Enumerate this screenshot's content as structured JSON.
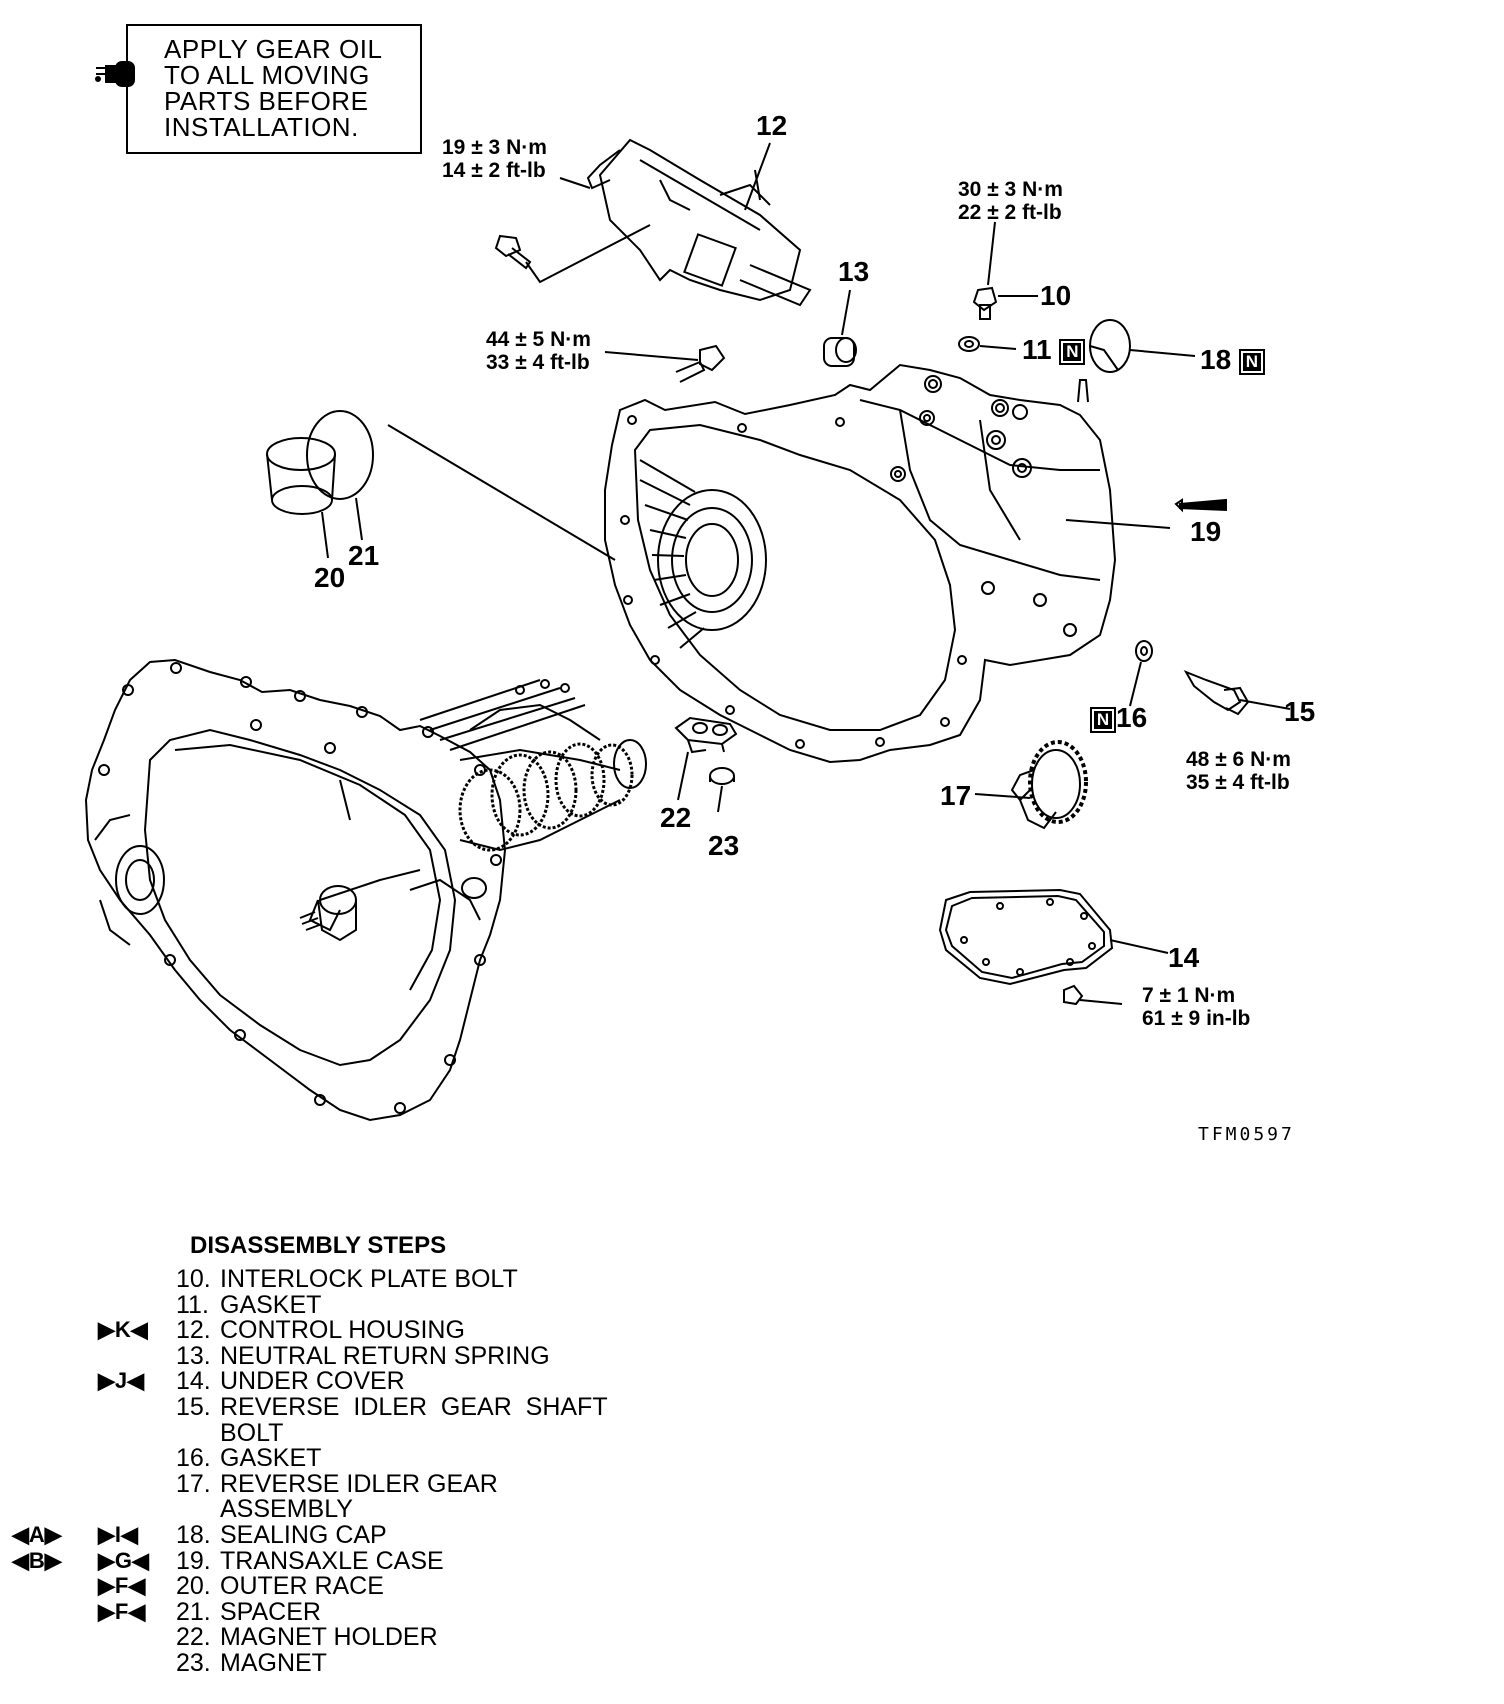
{
  "note": {
    "lines": [
      "APPLY GEAR OIL",
      "TO ALL MOVING",
      "PARTS BEFORE",
      "INSTALLATION."
    ],
    "icon": "oil-can-icon"
  },
  "callouts": {
    "c10": "10",
    "c11": "11",
    "c12": "12",
    "c13": "13",
    "c14": "14",
    "c15": "15",
    "c16": "16",
    "c17": "17",
    "c18": "18",
    "c19": "19",
    "c20": "20",
    "c21": "21",
    "c22": "22",
    "c23": "23",
    "n_badge": "N"
  },
  "torques": {
    "t12": [
      "19 ± 3 N·m",
      "14 ± 2 ft-lb"
    ],
    "t10": [
      "30 ± 3 N·m",
      "22 ± 2 ft-lb"
    ],
    "tbolt": [
      "44 ± 5 N·m",
      "33 ± 4 ft-lb"
    ],
    "t15": [
      "48 ± 6 N·m",
      "35 ± 4 ft-lb"
    ],
    "t14": [
      "7 ± 1 N·m",
      "61 ± 9 in-lb"
    ]
  },
  "figure_id": "TFM0597",
  "steps_title": "DISASSEMBLY STEPS",
  "steps": [
    {
      "num": "10.",
      "text": "INTERLOCK PLATE BOLT"
    },
    {
      "num": "11.",
      "text": "GASKET"
    },
    {
      "num": "12.",
      "text": "CONTROL HOUSING",
      "mark_right": "▶K◀"
    },
    {
      "num": "13.",
      "text": "NEUTRAL RETURN SPRING"
    },
    {
      "num": "14.",
      "text": "UNDER COVER",
      "mark_right": "▶J◀"
    },
    {
      "num": "15.",
      "text": "REVERSE  IDLER  GEAR  SHAFT"
    },
    {
      "num": "",
      "text": "BOLT"
    },
    {
      "num": "16.",
      "text": "GASKET"
    },
    {
      "num": "17.",
      "text": "REVERSE IDLER GEAR"
    },
    {
      "num": "",
      "text": "ASSEMBLY"
    },
    {
      "num": "18.",
      "text": "SEALING CAP",
      "mark_left": "◀A▶",
      "mark_right": "▶I◀"
    },
    {
      "num": "19.",
      "text": "TRANSAXLE CASE",
      "mark_left": "◀B▶",
      "mark_right": "▶G◀"
    },
    {
      "num": "20.",
      "text": "OUTER RACE",
      "mark_right": "▶F◀"
    },
    {
      "num": "21.",
      "text": "SPACER",
      "mark_right": "▶F◀"
    },
    {
      "num": "22.",
      "text": "MAGNET HOLDER"
    },
    {
      "num": "23.",
      "text": "MAGNET"
    }
  ]
}
